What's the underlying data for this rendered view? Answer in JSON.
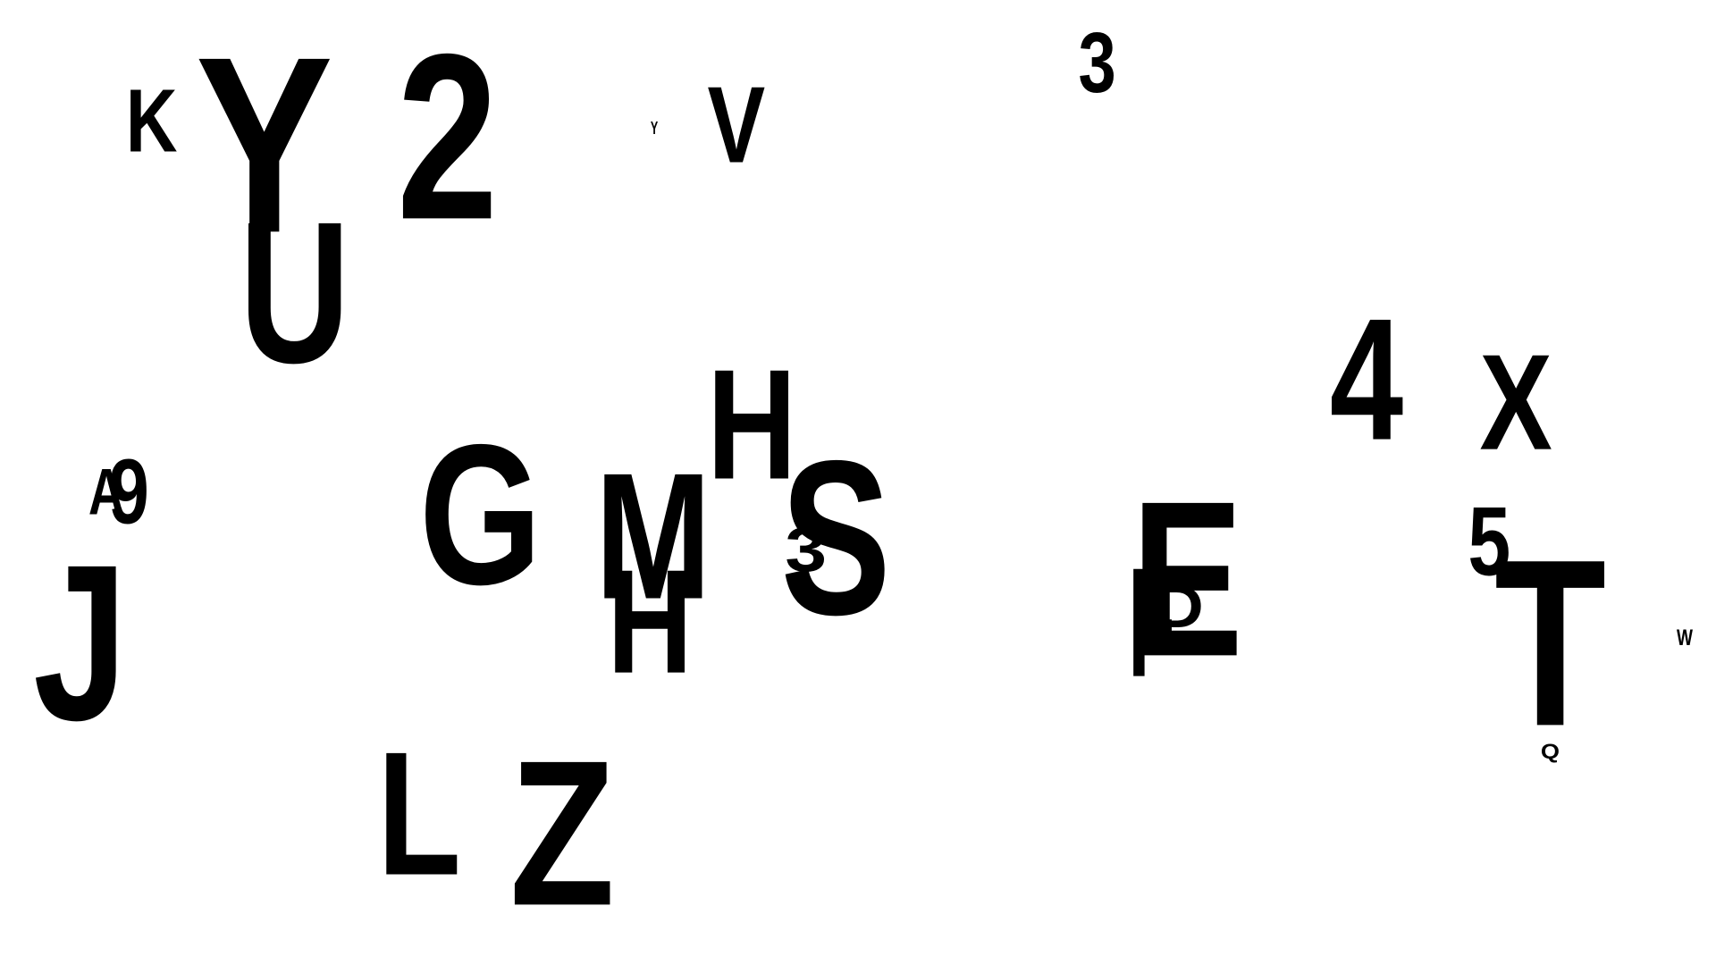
{
  "canvas": {
    "background": "#ffffff",
    "ink": "#000000"
  },
  "glyphs": [
    {
      "text": "K"
    },
    {
      "text": "Y"
    },
    {
      "text": "U"
    },
    {
      "text": "2"
    },
    {
      "text": "Y"
    },
    {
      "text": "V"
    },
    {
      "text": "3"
    },
    {
      "text": "H"
    },
    {
      "text": "4"
    },
    {
      "text": "X"
    },
    {
      "text": "A"
    },
    {
      "text": "9"
    },
    {
      "text": "G"
    },
    {
      "text": "M"
    },
    {
      "text": "H"
    },
    {
      "text": "S"
    },
    {
      "text": "3"
    },
    {
      "text": "E"
    },
    {
      "text": "F"
    },
    {
      "text": "D"
    },
    {
      "text": "5"
    },
    {
      "text": "T"
    },
    {
      "text": "W"
    },
    {
      "text": "Q"
    },
    {
      "text": "J"
    },
    {
      "text": "L"
    },
    {
      "text": "Z"
    }
  ]
}
